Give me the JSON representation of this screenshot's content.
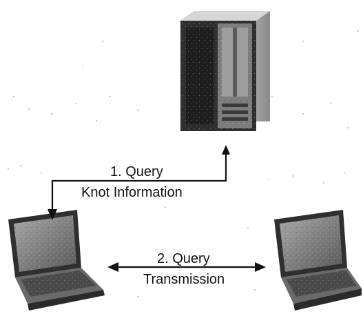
{
  "diagram": {
    "nodes": {
      "server": {
        "kind": "server",
        "icon": "server-tower-icon"
      },
      "client_left": {
        "kind": "laptop",
        "icon": "laptop-icon"
      },
      "client_right": {
        "kind": "laptop",
        "icon": "laptop-icon"
      }
    },
    "edges": {
      "query_knot": {
        "line1": "1. Query",
        "line2": "Knot Information",
        "from": "server",
        "to": "client_left"
      },
      "query_transmission": {
        "line1": "2. Query",
        "line2": "Transmission",
        "from": "client_left",
        "to": "client_right",
        "bidirectional": true
      }
    },
    "colors": {
      "ink": "#111111",
      "device_dark": "#2a2a2a",
      "device_mid": "#6f6f6f",
      "device_light": "#b8b8b8"
    }
  }
}
